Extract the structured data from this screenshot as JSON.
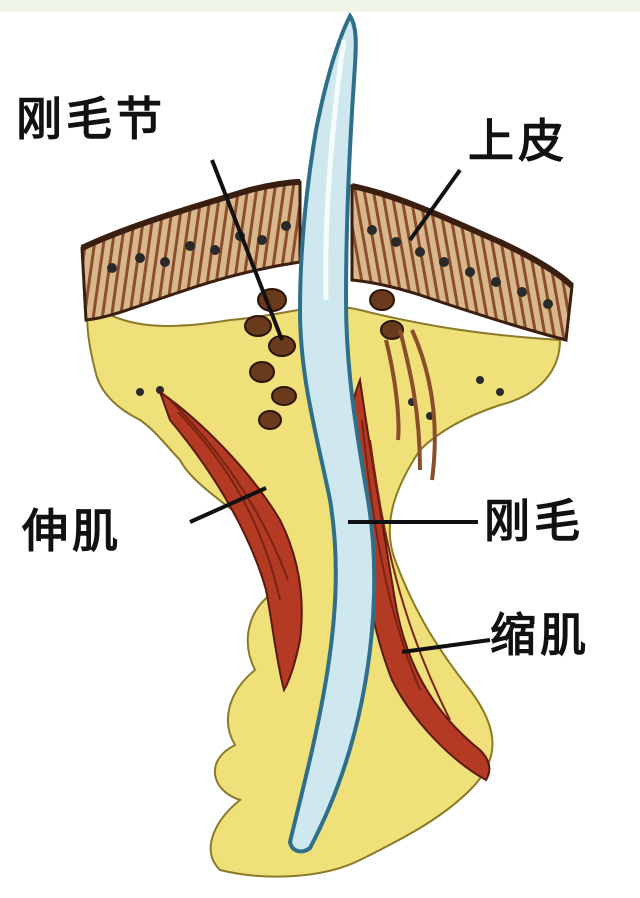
{
  "labels": {
    "chaeta_sac": "刚毛节",
    "epidermis": "上皮",
    "protractor_muscle": "伸肌",
    "chaeta": "刚毛",
    "retractor_muscle": "缩肌"
  },
  "colors": {
    "chaeta_fill": "#cfe8ef",
    "chaeta_outline": "#2e6f8a",
    "tissue_yellow": "#f0e07a",
    "muscle_red": "#b53a24",
    "epidermis_band": "#d9b78d",
    "nucleus_dark": "#2a2a2a",
    "leader_line": "#111111"
  }
}
